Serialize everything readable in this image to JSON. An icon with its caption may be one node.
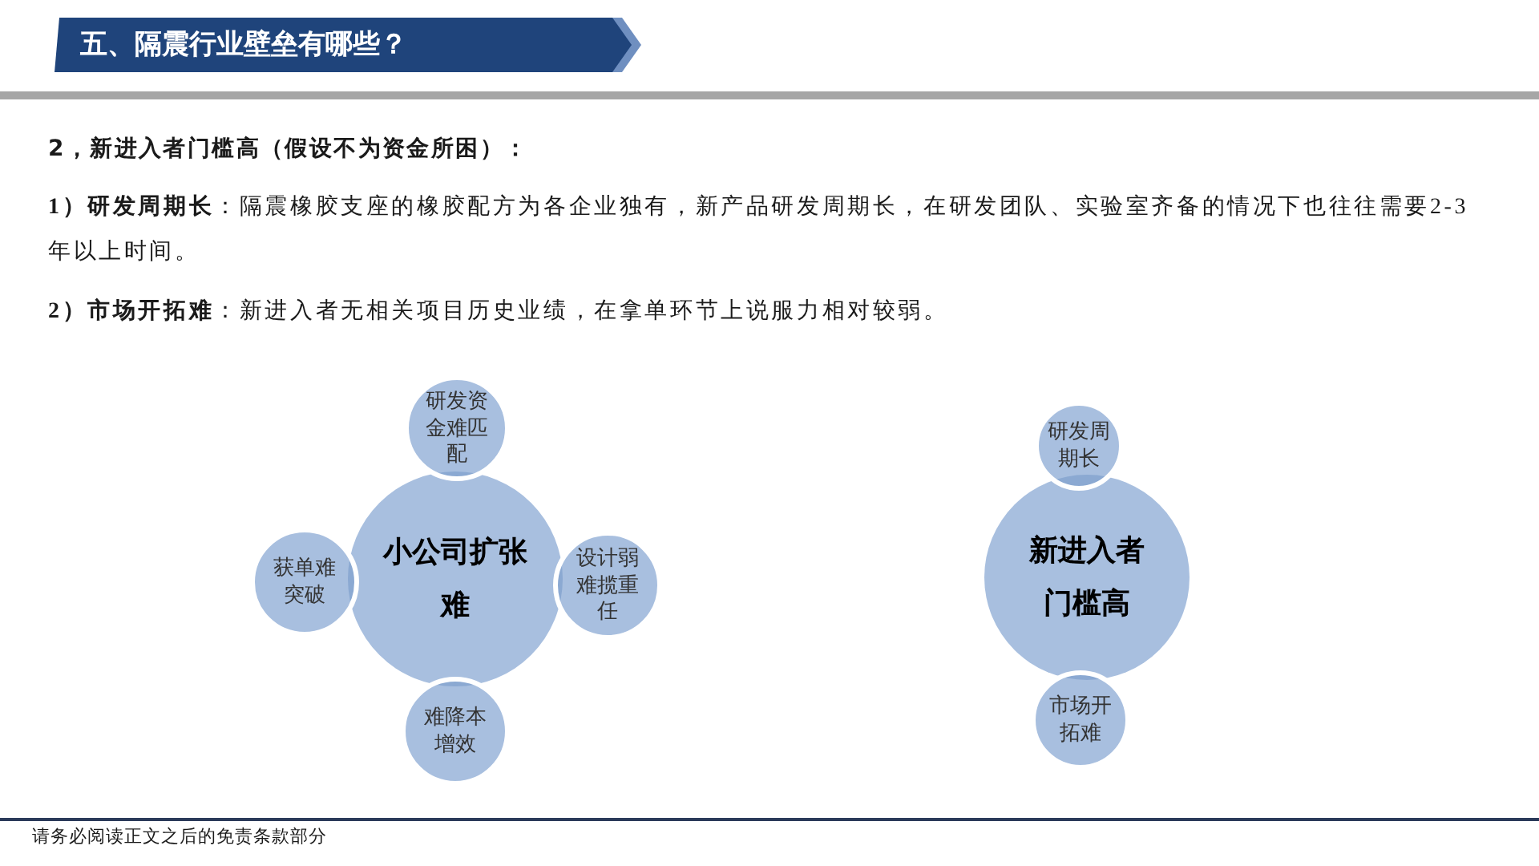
{
  "diagram": {
    "title": "五、隔震行业壁垒有哪些？",
    "nodes": [
      {
        "text": [
          "小公司扩张难"
        ]
      },
      {
        "text": [
          "研发资金难匹配"
        ]
      },
      {
        "text": [
          "设计弱难揽重任"
        ]
      },
      {
        "text": [
          "难降本增效"
        ]
      },
      {
        "text": [
          "获单难突破"
        ]
      },
      {
        "text": [
          "新进入者门槛高"
        ]
      },
      {
        "text": [
          "研发周期长"
        ]
      },
      {
        "text": [
          "市场开拓难"
        ]
      }
    ],
    "labels": [
      "2，新进入者门槛高（假设不为资金所困）：",
      "**1）研发周期长**：隔震橡胶支座的橡胶配方为各企业独有，新产品研发周期长，在研发团队、实验室齐备的情况下也往往需要2-3年以上时间。",
      "**2）市场开拓难**：新进入者无相关项目历史业绩，在拿单环节上说服力相对较弱。",
      "请务必阅读正文之后的免责条款部分"
    ]
  }
}
